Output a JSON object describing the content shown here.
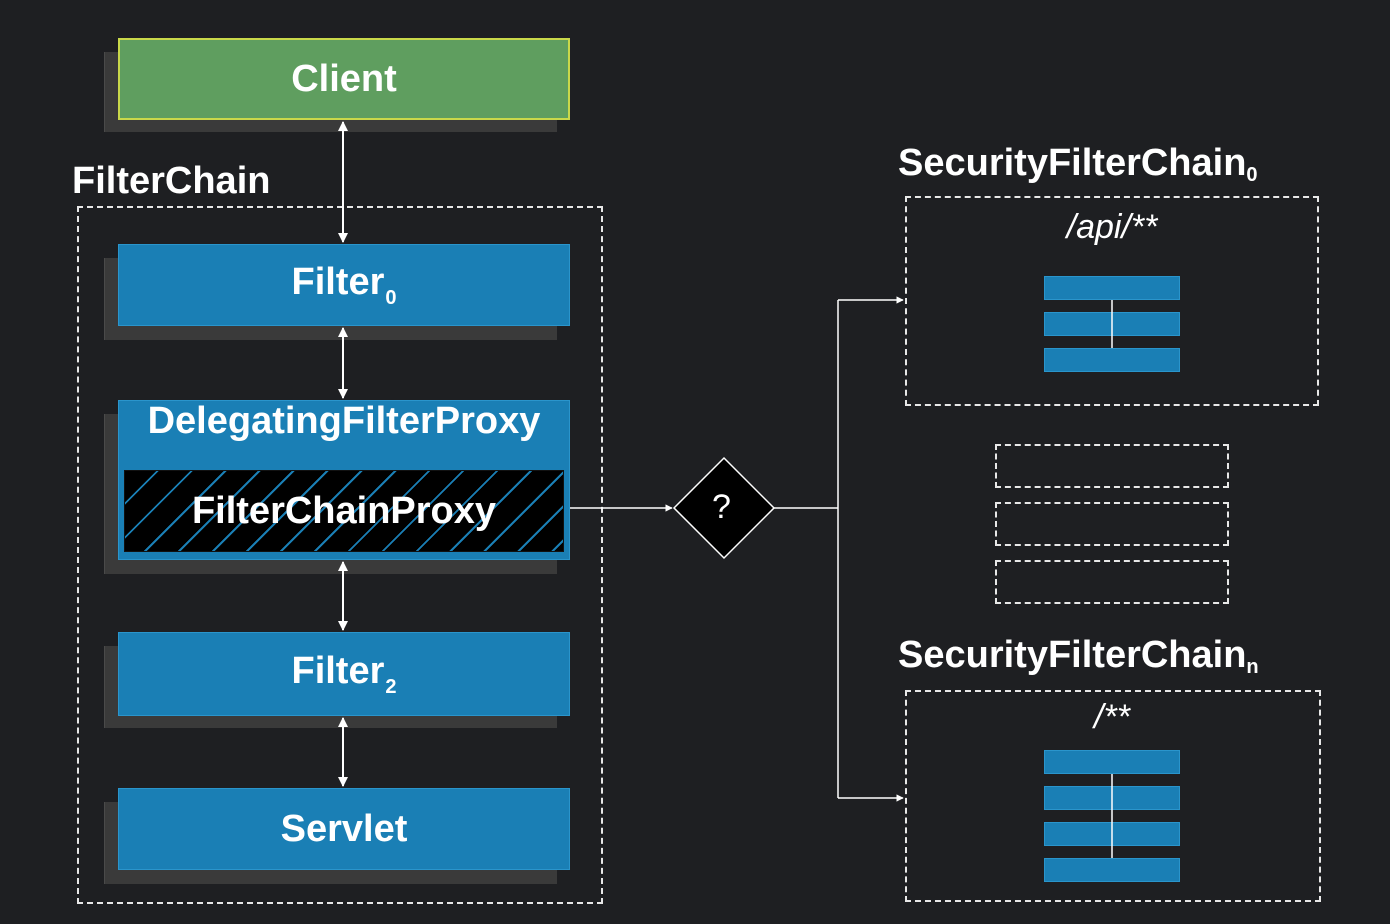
{
  "client": {
    "label": "Client"
  },
  "filter_chain": {
    "label": "FilterChain"
  },
  "filter0": {
    "name": "Filter",
    "sub": "0"
  },
  "delegating": {
    "label": "DelegatingFilterProxy"
  },
  "filter_chain_proxy": {
    "label": "FilterChainProxy"
  },
  "filter2": {
    "name": "Filter",
    "sub": "2"
  },
  "servlet": {
    "label": "Servlet"
  },
  "decision": {
    "label": "?"
  },
  "sfc0": {
    "name": "SecurityFilterChain",
    "sub": "0",
    "pattern": "/api/**"
  },
  "sfcn": {
    "name": "SecurityFilterChain",
    "sub": "n",
    "pattern": "/**"
  },
  "colors": {
    "background": "#1e1f22",
    "client": "#5f9e5f",
    "client_border": "#c9d84a",
    "filter": "#1a7fb5",
    "proxy": "#000000"
  }
}
